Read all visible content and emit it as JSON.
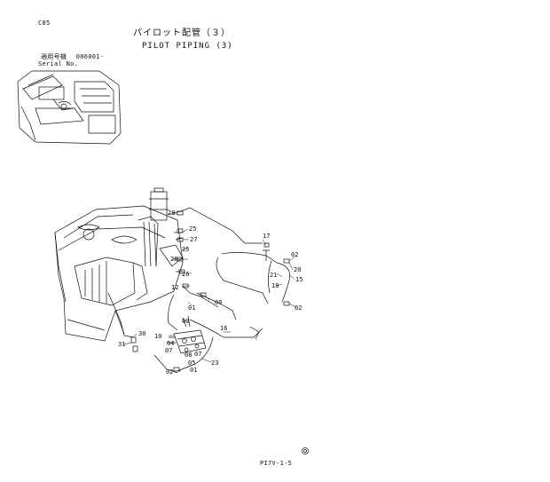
{
  "header": {
    "model": "C85",
    "title_jp": "パイロット配管（３）",
    "title_en": "PILOT PIPING (3)",
    "applicable_label_jp": "適用号機",
    "applicable_value": "006001-",
    "serial_label": "Serial No."
  },
  "footer": {
    "page_code": "PI7V-1-5"
  },
  "callouts": [
    "28",
    "25",
    "27",
    "25",
    "26",
    "26",
    "12",
    "17",
    "02",
    "20",
    "21",
    "15",
    "18",
    "02",
    "01",
    "00",
    "09",
    "10",
    "16",
    "30",
    "31",
    "04",
    "07",
    "08",
    "07",
    "05",
    "01",
    "02",
    "23"
  ]
}
